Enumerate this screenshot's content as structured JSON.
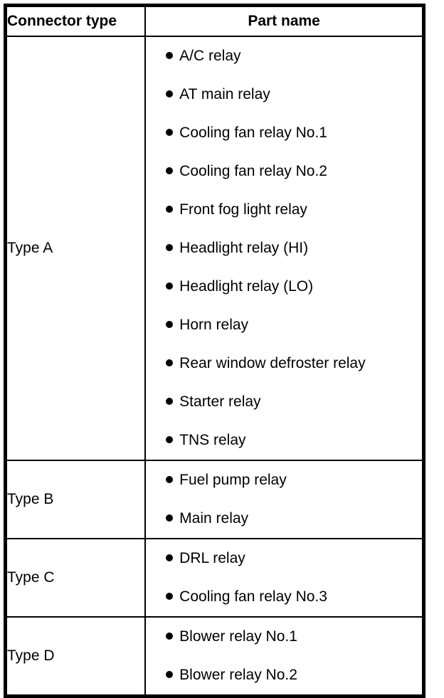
{
  "table": {
    "columns": [
      {
        "key": "connector_type",
        "header": "Connector type"
      },
      {
        "key": "part_name",
        "header": "Part name"
      }
    ],
    "rows": [
      {
        "connector_type": "Type A",
        "parts": [
          "A/C relay",
          "AT main relay",
          "Cooling fan relay No.1",
          "Cooling fan relay No.2",
          "Front fog light relay",
          "Headlight relay (HI)",
          "Headlight relay (LO)",
          "Horn relay",
          "Rear window defroster relay",
          "Starter relay",
          "TNS relay"
        ]
      },
      {
        "connector_type": "Type B",
        "parts": [
          "Fuel pump relay",
          "Main relay"
        ]
      },
      {
        "connector_type": "Type C",
        "parts": [
          "DRL relay",
          "Cooling fan relay No.3"
        ]
      },
      {
        "connector_type": "Type D",
        "parts": [
          "Blower relay No.1",
          "Blower relay No.2"
        ]
      }
    ]
  },
  "style": {
    "text_color": "#000000",
    "background_color": "#ffffff",
    "border_color": "#000000",
    "bullet_icon": "bullet-dot-icon"
  }
}
